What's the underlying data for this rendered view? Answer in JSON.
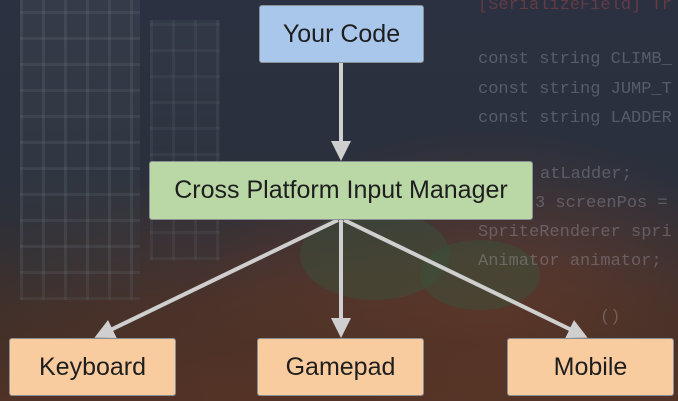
{
  "diagram": {
    "nodes": {
      "code": {
        "label": "Your Code"
      },
      "manager": {
        "label": "Cross Platform Input Manager"
      },
      "keyboard": {
        "label": "Keyboard"
      },
      "gamepad": {
        "label": "Gamepad"
      },
      "mobile": {
        "label": "Mobile"
      }
    },
    "edges": [
      {
        "from": "Your Code",
        "to": "Cross Platform Input Manager"
      },
      {
        "from": "Cross Platform Input Manager",
        "to": "Keyboard"
      },
      {
        "from": "Cross Platform Input Manager",
        "to": "Gamepad"
      },
      {
        "from": "Cross Platform Input Manager",
        "to": "Mobile"
      }
    ]
  },
  "background_code": [
    "[SerializeField] Tr",
    "const string CLIMB_",
    "const string JUMP_T",
    "const string LADDER",
    "atLadder;",
    "3 screenPos =",
    "SpriteRenderer spri",
    "Animator animator;",
    "()"
  ],
  "colors": {
    "code_node": "#a9c7ea",
    "manager_node": "#bad7a6",
    "device_node": "#f9cc9f",
    "arrow": "#cfcfcf"
  }
}
